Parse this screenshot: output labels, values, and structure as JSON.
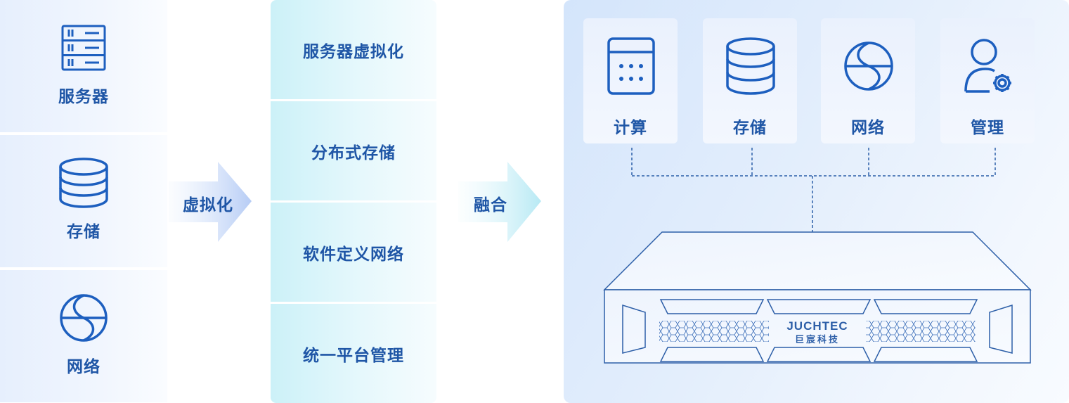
{
  "left_column": {
    "items": [
      {
        "label": "服务器",
        "icon": "server-rack-icon"
      },
      {
        "label": "存储",
        "icon": "database-icon"
      },
      {
        "label": "网络",
        "icon": "globe-icon"
      }
    ]
  },
  "arrows": {
    "virtualize_label": "虚拟化",
    "merge_label": "融合"
  },
  "middle_column": {
    "items": [
      {
        "label": "服务器虚拟化"
      },
      {
        "label": "分布式存储"
      },
      {
        "label": "软件定义网络"
      },
      {
        "label": "统一平台管理"
      }
    ]
  },
  "right_panel": {
    "cards": [
      {
        "label": "计算",
        "icon": "calculator-icon"
      },
      {
        "label": "存储",
        "icon": "database-icon"
      },
      {
        "label": "网络",
        "icon": "globe-icon"
      },
      {
        "label": "管理",
        "icon": "user-gear-icon"
      }
    ],
    "server": {
      "brand": "JUCHTEC",
      "brand_cn": "巨宸科技"
    }
  },
  "colors": {
    "primary": "#1f56a6",
    "icon_stroke": "#1d5fbf",
    "left_bg": "#e6effd",
    "middle_bg": "#ccf1f8",
    "panel_bg": "#e3eefc"
  }
}
